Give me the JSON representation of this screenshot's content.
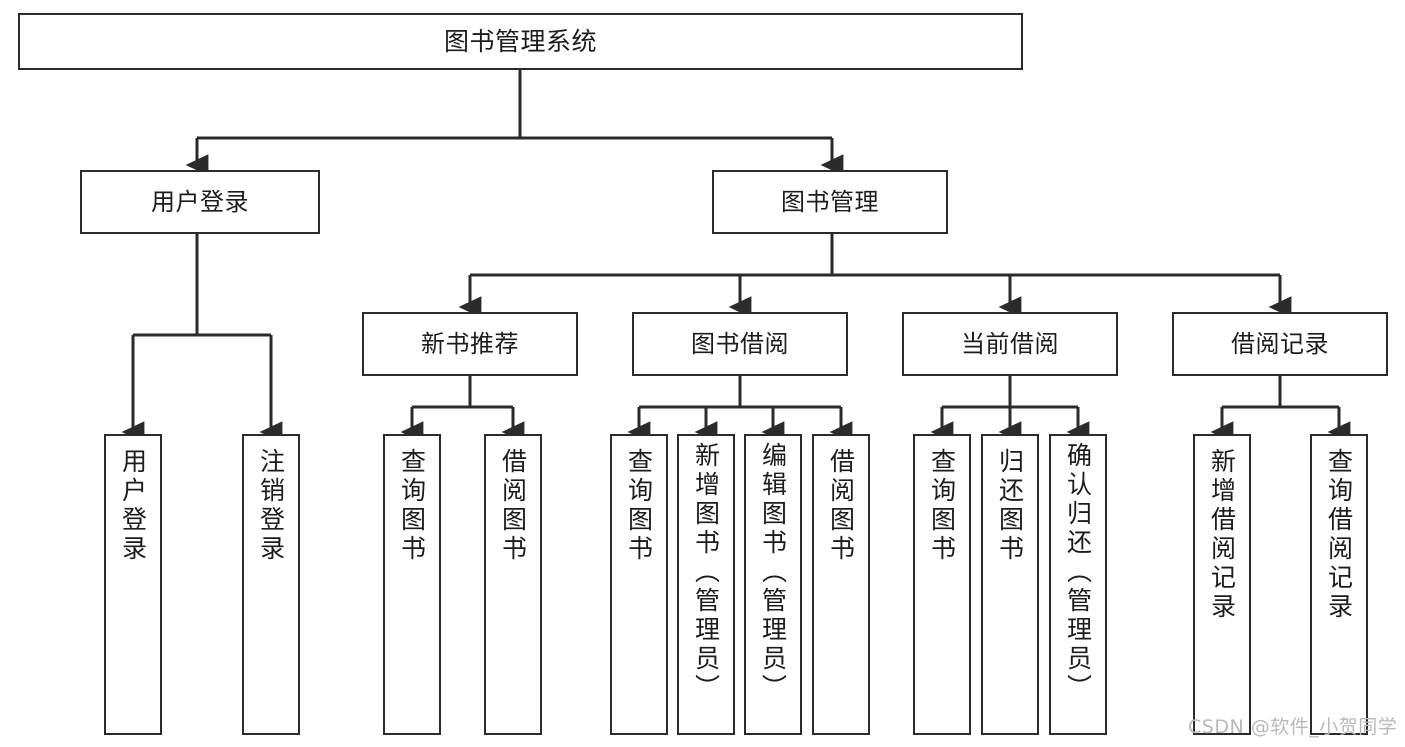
{
  "diagram": {
    "title": "图书管理系统",
    "type": "hierarchy-tree",
    "watermark": "CSDN @软件_小贺同学",
    "colors": {
      "stroke": "#2b2b2b",
      "fill": "#ffffff",
      "text": "#1c1c1c",
      "watermark": "#b9b9b9"
    },
    "root": {
      "label": "图书管理系统"
    },
    "level2": [
      {
        "label": "用户登录"
      },
      {
        "label": "图书管理"
      }
    ],
    "level3": [
      {
        "label": "新书推荐"
      },
      {
        "label": "图书借阅"
      },
      {
        "label": "当前借阅"
      },
      {
        "label": "借阅记录"
      }
    ],
    "leaves": {
      "user_login": [
        {
          "label": "用户登录"
        },
        {
          "label": "注销登录"
        }
      ],
      "new_book_recommend": [
        {
          "label": "查询图书"
        },
        {
          "label": "借阅图书"
        }
      ],
      "book_borrow": [
        {
          "label": "查询图书"
        },
        {
          "label": "新增图书（管理员）"
        },
        {
          "label": "编辑图书（管理员）"
        },
        {
          "label": "借阅图书"
        }
      ],
      "current_borrow": [
        {
          "label": "查询图书"
        },
        {
          "label": "归还图书"
        },
        {
          "label": "确认归还（管理员）"
        }
      ],
      "borrow_records": [
        {
          "label": "新增借阅记录"
        },
        {
          "label": "查询借阅记录"
        }
      ]
    }
  }
}
